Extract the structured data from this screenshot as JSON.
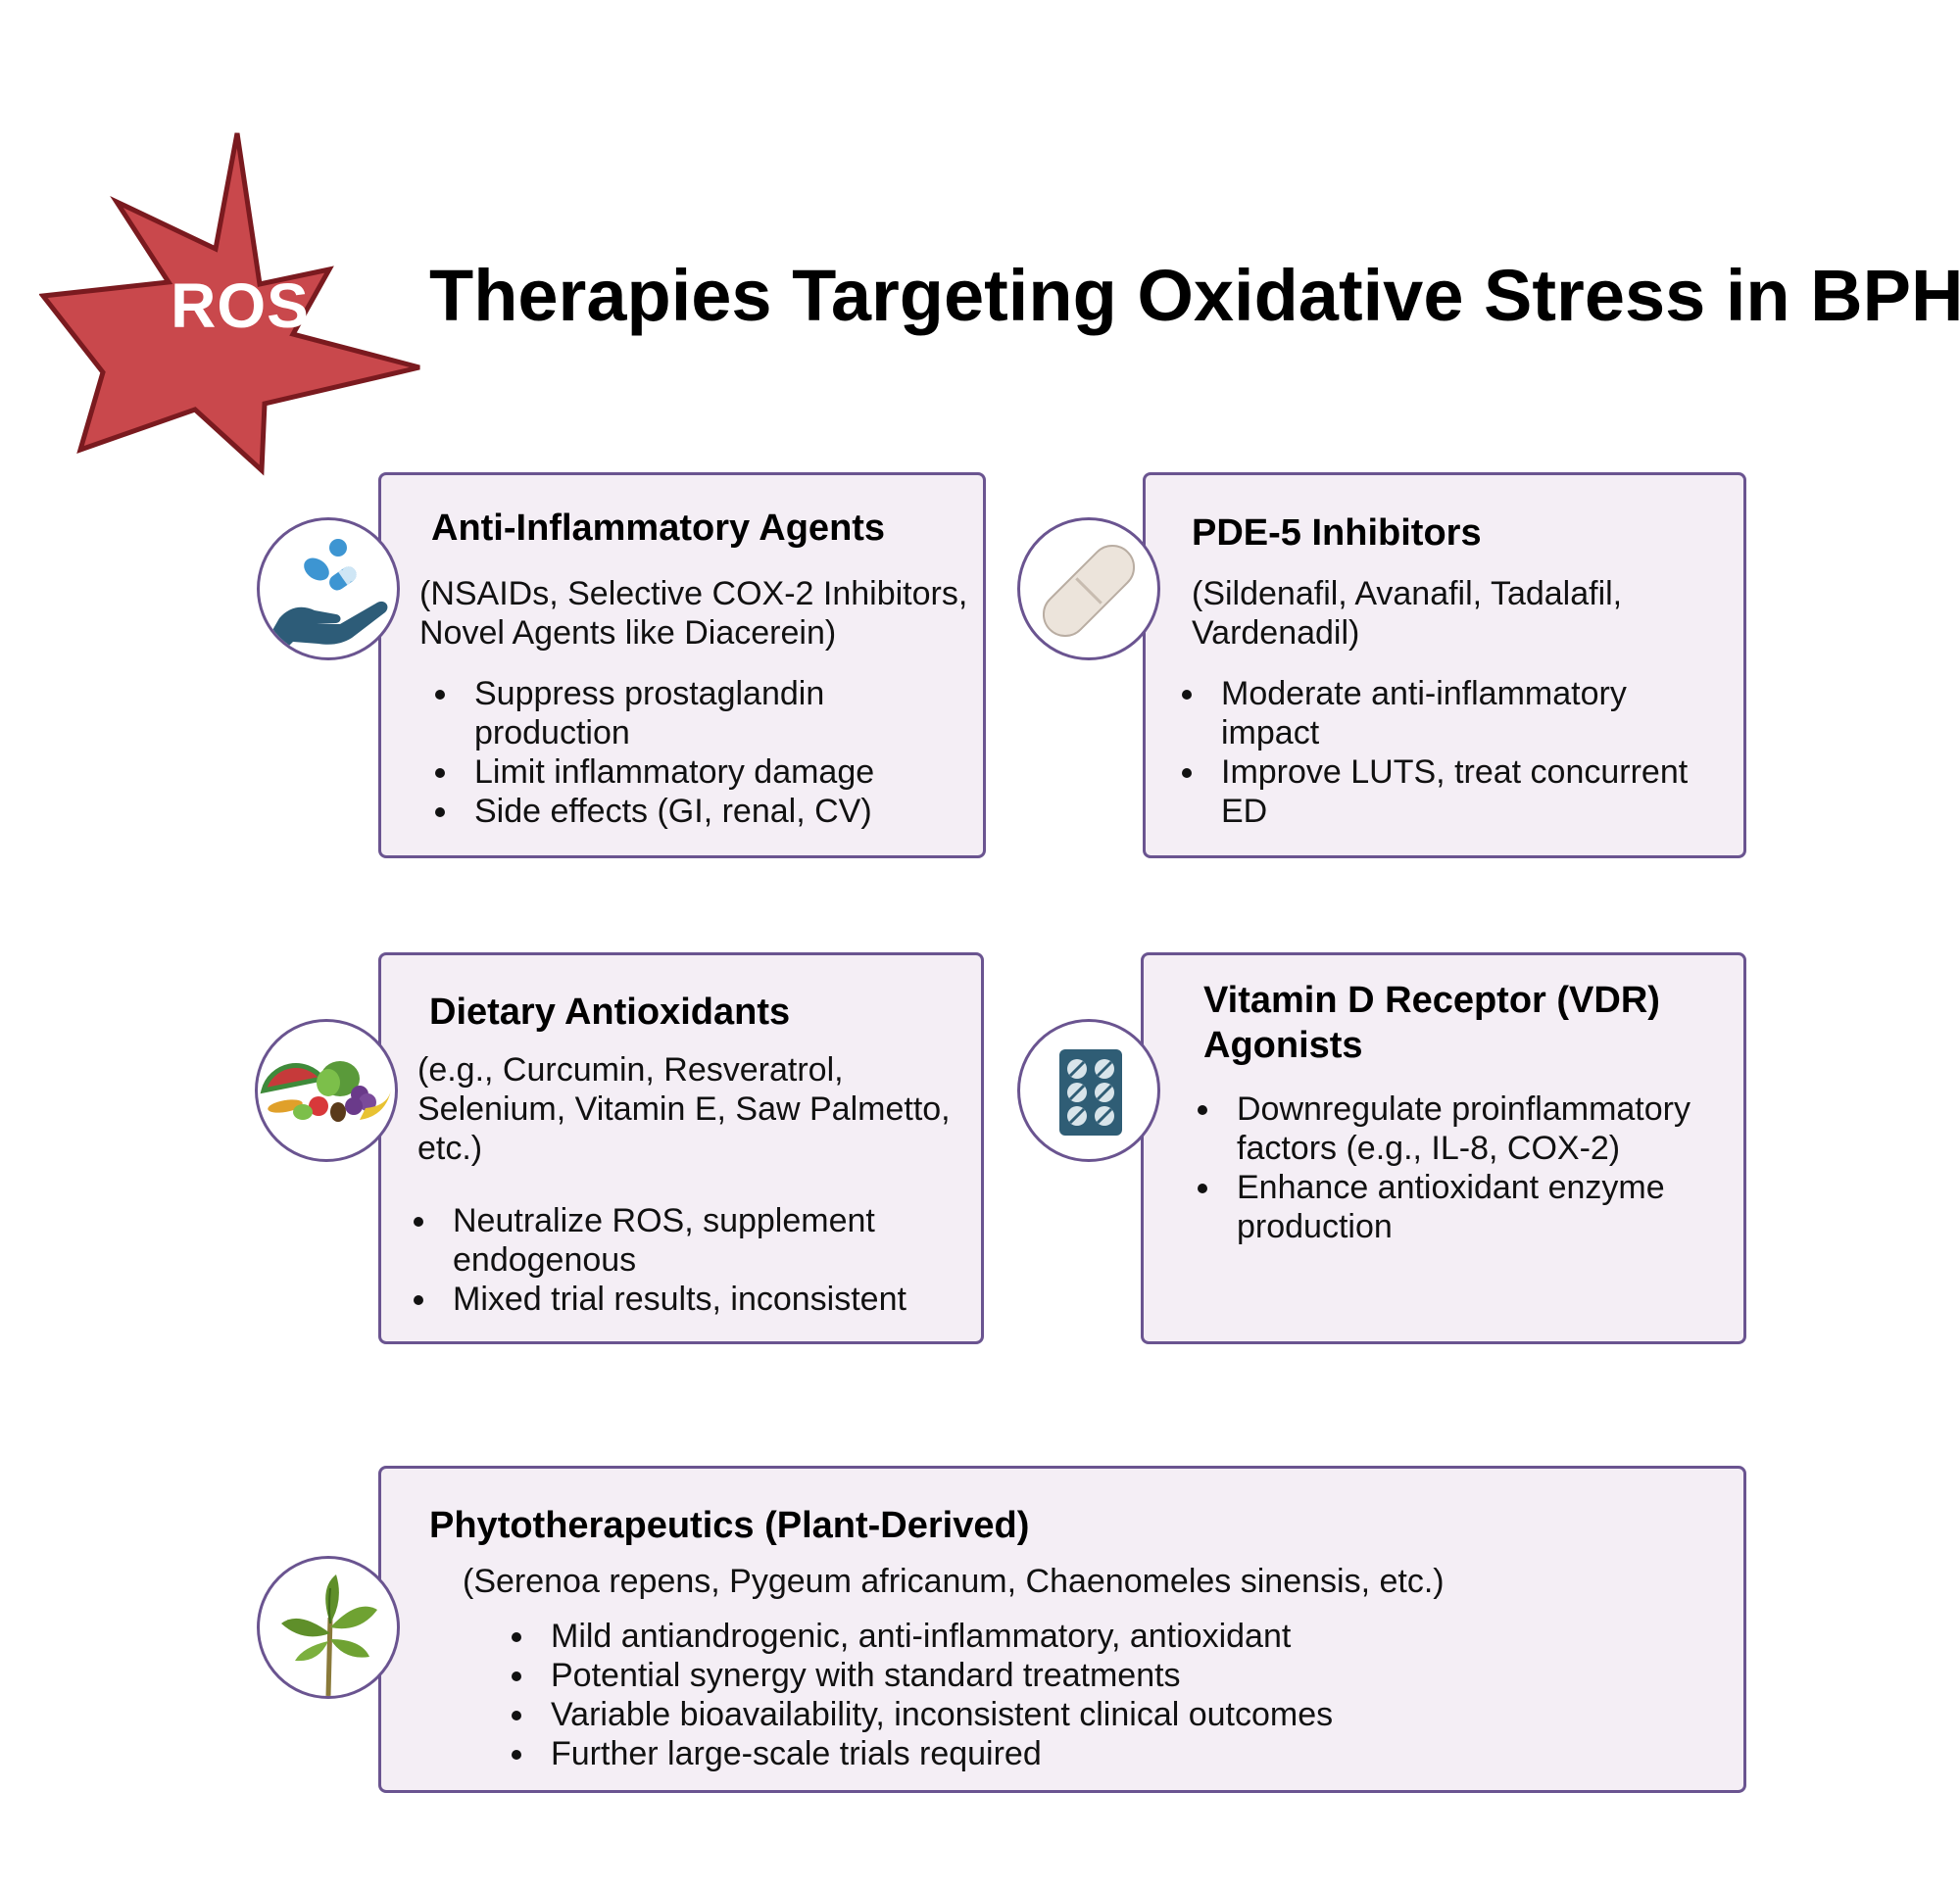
{
  "header": {
    "badge": "ROS",
    "title": "Therapies Targeting Oxidative Stress in BPH"
  },
  "cards": [
    {
      "title": "Anti-Inflammatory Agents",
      "subtitle_lines": [
        "(NSAIDs, Selective COX-2 Inhibitors,",
        "Novel Agents like Diacerein)"
      ],
      "bullets": [
        "Suppress prostaglandin production",
        "Limit inflammatory damage",
        "Side effects (GI, renal, CV)"
      ],
      "icon": "hand-with-pills-icon"
    },
    {
      "title": "PDE-5 Inhibitors",
      "subtitle_lines": [
        "(Sildenafil, Avanafil, Tadalafil,",
        "Vardenadil)"
      ],
      "bullets": [
        "Moderate anti-inflammatory impact",
        "Improve LUTS, treat concurrent ED"
      ],
      "icon": "tablet-pill-icon"
    },
    {
      "title": "Dietary Antioxidants",
      "subtitle_lines": [
        "(e.g., Curcumin, Resveratrol,",
        "Selenium, Vitamin E, Saw Palmetto,",
        "etc.)"
      ],
      "bullets": [
        " Neutralize ROS, supplement endogenous",
        " Mixed trial results, inconsistent"
      ],
      "icon": "fruits-and-vegetables-icon"
    },
    {
      "title_lines": [
        "Vitamin D Receptor (VDR)",
        "Agonists"
      ],
      "bullets": [
        "Downregulate proinflammatory factors (e.g., IL-8, COX-2)",
        "Enhance antioxidant enzyme production"
      ],
      "icon": "pill-blister-pack-icon"
    },
    {
      "title": "Phytotherapeutics (Plant-Derived)",
      "subtitle": "(Serenoa repens, Pygeum africanum, Chaenomeles sinensis, etc.)",
      "bullets": [
        "Mild antiandrogenic, anti-inflammatory, antioxidant",
        "Potential synergy with standard treatments",
        "Variable bioavailability, inconsistent clinical outcomes",
        "Further large-scale trials required"
      ],
      "icon": "plant-sprout-icon"
    }
  ],
  "colors": {
    "burst_fill": "#c9484c",
    "burst_stroke": "#7a1a1f",
    "card_bg": "#f4eef5",
    "card_border": "#6a5490",
    "hand": "#2d5c78",
    "pill_blue": "#3d95d2",
    "tablet": "#ece4db",
    "blister": "#2f5d75",
    "leaf": "#5f8f2a"
  }
}
